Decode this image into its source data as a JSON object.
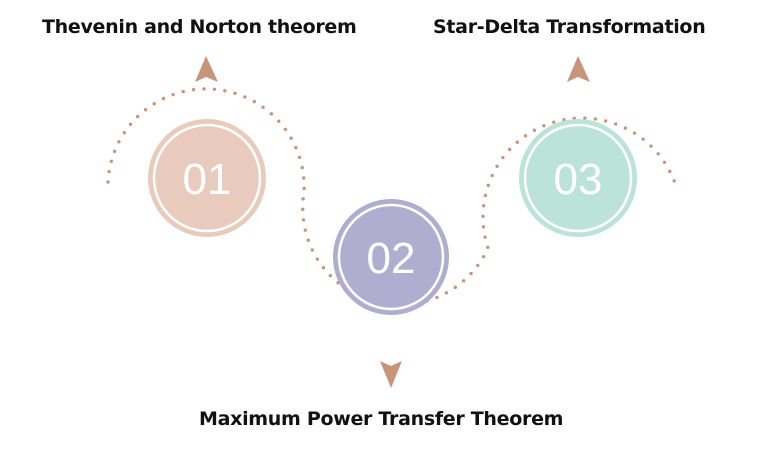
{
  "steps": [
    {
      "number": "01",
      "title": "Thevenin and Norton theorem",
      "fill": "#e8cbbd",
      "direction": "up"
    },
    {
      "number": "02",
      "title": "Maximum Power Transfer Theorem",
      "fill": "#afadd0",
      "direction": "down"
    },
    {
      "number": "03",
      "title": "Star-Delta Transformation",
      "fill": "#bbe3d8",
      "direction": "up"
    }
  ],
  "colors": {
    "path_dots": "#c9957a",
    "arrow": "#c9957a",
    "ring": "#ffffff",
    "text": "#111111"
  }
}
